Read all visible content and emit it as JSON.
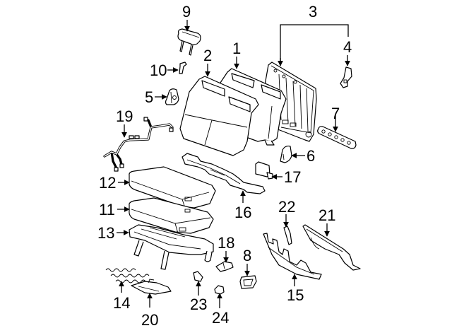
{
  "diagram": {
    "title": "Rear seat components exploded view",
    "callouts": [
      {
        "id": "1",
        "label": "1",
        "part": "seat-back-right"
      },
      {
        "id": "2",
        "label": "2",
        "part": "seat-back-left"
      },
      {
        "id": "3",
        "label": "3",
        "part": "seat-back-frame-group"
      },
      {
        "id": "4",
        "label": "4",
        "part": "latch"
      },
      {
        "id": "5",
        "label": "5",
        "part": "hinge-cover"
      },
      {
        "id": "6",
        "label": "6",
        "part": "cover"
      },
      {
        "id": "7",
        "label": "7",
        "part": "trim-panel"
      },
      {
        "id": "8",
        "label": "8",
        "part": "release-bezel"
      },
      {
        "id": "9",
        "label": "9",
        "part": "headrest"
      },
      {
        "id": "10",
        "label": "10",
        "part": "headrest-guide"
      },
      {
        "id": "11",
        "label": "11",
        "part": "seat-cushion-pad"
      },
      {
        "id": "12",
        "label": "12",
        "part": "seat-cushion-cover"
      },
      {
        "id": "13",
        "label": "13",
        "part": "seat-cushion-frame"
      },
      {
        "id": "14",
        "label": "14",
        "part": "springs"
      },
      {
        "id": "15",
        "label": "15",
        "part": "seat-track-frame"
      },
      {
        "id": "16",
        "label": "16",
        "part": "bracket"
      },
      {
        "id": "17",
        "label": "17",
        "part": "switch-module"
      },
      {
        "id": "18",
        "label": "18",
        "part": "clip"
      },
      {
        "id": "19",
        "label": "19",
        "part": "wire-harness"
      },
      {
        "id": "20",
        "label": "20",
        "part": "lower-cover"
      },
      {
        "id": "21",
        "label": "21",
        "part": "side-rail"
      },
      {
        "id": "22",
        "label": "22",
        "part": "bracket-small"
      },
      {
        "id": "23",
        "label": "23",
        "part": "retainer"
      },
      {
        "id": "24",
        "label": "24",
        "part": "fastener"
      }
    ]
  }
}
